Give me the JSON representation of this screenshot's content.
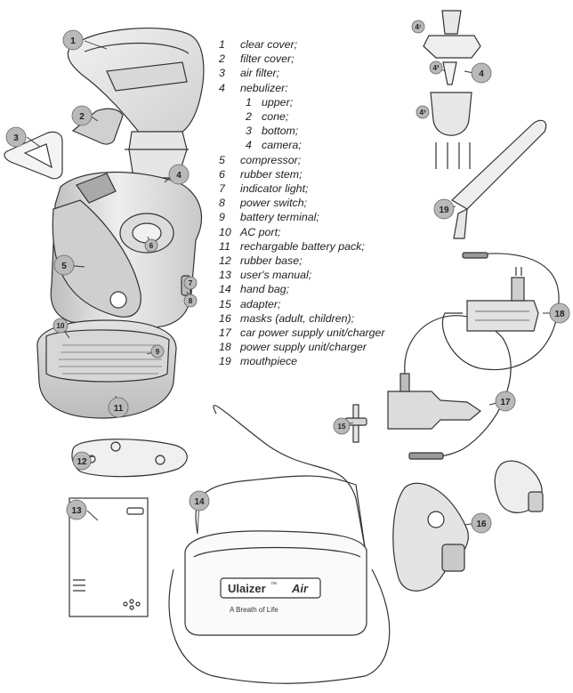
{
  "legend": [
    {
      "num": "1",
      "label": "clear cover;"
    },
    {
      "num": "2",
      "label": "filter cover;"
    },
    {
      "num": "3",
      "label": "air filter;"
    },
    {
      "num": "4",
      "label": "nebulizer:"
    },
    {
      "num": "1",
      "label": "upper;",
      "sub": true
    },
    {
      "num": "2",
      "label": "cone;",
      "sub": true
    },
    {
      "num": "3",
      "label": "bottom;",
      "sub": true
    },
    {
      "num": "4",
      "label": "camera;",
      "sub": true
    },
    {
      "num": "5",
      "label": "compressor;"
    },
    {
      "num": "6",
      "label": "rubber stem;"
    },
    {
      "num": "7",
      "label": "indicator light;"
    },
    {
      "num": "8",
      "label": "power switch;"
    },
    {
      "num": "9",
      "label": "battery terminal;"
    },
    {
      "num": "10",
      "label": "AC port;"
    },
    {
      "num": "11",
      "label": "rechargable battery pack;"
    },
    {
      "num": "12",
      "label": "rubber base;"
    },
    {
      "num": "13",
      "label": "user's manual;"
    },
    {
      "num": "14",
      "label": "hand bag;"
    },
    {
      "num": "15",
      "label": "adapter;"
    },
    {
      "num": "16",
      "label": "masks (adult, children);"
    },
    {
      "num": "17",
      "label": "car power supply unit/charger"
    },
    {
      "num": "18",
      "label": "power supply unit/charger"
    },
    {
      "num": "19",
      "label": "mouthpiece"
    }
  ],
  "callouts": {
    "c1": "1",
    "c2": "2",
    "c3": "3",
    "c4a": "4",
    "c4b": "4",
    "c41": "4¹",
    "c42": "4²",
    "c43": "4³",
    "c5": "5",
    "c6": "6",
    "c7": "7",
    "c8": "8",
    "c9": "9",
    "c10": "10",
    "c11": "11",
    "c12": "12",
    "c13": "13",
    "c14": "14",
    "c15": "15",
    "c16": "16",
    "c17": "17",
    "c18": "18",
    "c19": "19"
  },
  "bag": {
    "brand": "Ulaizer",
    "tm": "™",
    "model": "Air",
    "tagline": "A Breath of Life"
  }
}
